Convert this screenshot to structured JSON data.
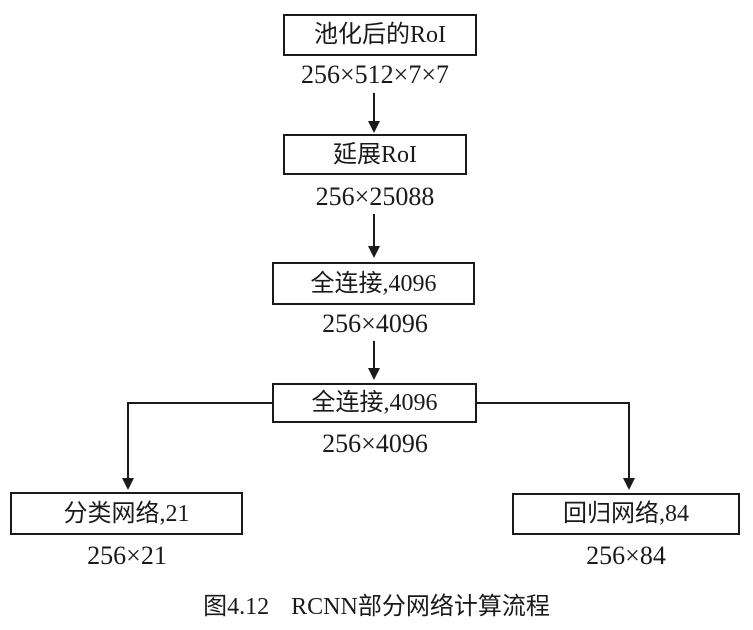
{
  "diagram": {
    "type": "flowchart",
    "colors": {
      "line": "#1a1a1a",
      "background": "#ffffff",
      "text": "#1a1a1a"
    },
    "nodes": [
      {
        "id": "pooled-roi",
        "label": "池化后的RoI",
        "dim": "256×512×7×7"
      },
      {
        "id": "extended-roi",
        "label": "延展RoI",
        "dim": "256×25088"
      },
      {
        "id": "fc-1",
        "label": "全连接,4096",
        "dim": "256×4096"
      },
      {
        "id": "fc-2",
        "label": "全连接,4096",
        "dim": "256×4096"
      },
      {
        "id": "classification",
        "label": "分类网络,21",
        "dim": "256×21"
      },
      {
        "id": "regression",
        "label": "回归网络,84",
        "dim": "256×84"
      }
    ],
    "edges": [
      {
        "from": "pooled-roi",
        "to": "extended-roi"
      },
      {
        "from": "extended-roi",
        "to": "fc-1"
      },
      {
        "from": "fc-1",
        "to": "fc-2"
      },
      {
        "from": "fc-2",
        "to": "classification"
      },
      {
        "from": "fc-2",
        "to": "regression"
      }
    ],
    "caption": {
      "number": "图4.12",
      "text": "RCNN部分网络计算流程"
    }
  }
}
